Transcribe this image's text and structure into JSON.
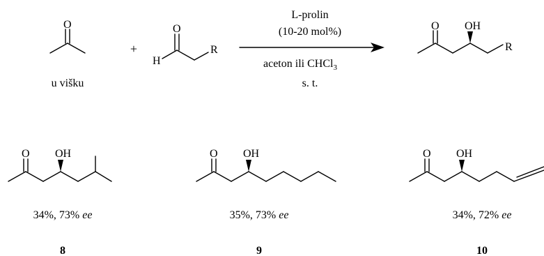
{
  "reaction": {
    "reagent_ketone_note": "u višku",
    "plus_sign": "+",
    "condition_line1": "L-prolin",
    "condition_line2": "(10-20 mol%)",
    "condition_line3_main": "aceton ili CHCl",
    "condition_line3_sub": "3",
    "condition_line4": "s. t."
  },
  "atoms": {
    "O": "O",
    "H": "H",
    "R": "R",
    "OH": "OH"
  },
  "products": [
    {
      "number": "8",
      "yield": "34%, 73% ",
      "ee": "ee"
    },
    {
      "number": "9",
      "yield": "35%, 73% ",
      "ee": "ee"
    },
    {
      "number": "10",
      "yield": "34%, 72% ",
      "ee": "ee"
    }
  ]
}
